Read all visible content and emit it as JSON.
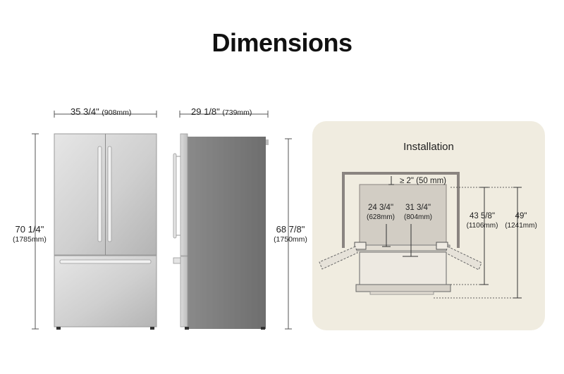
{
  "page": {
    "title": "Dimensions"
  },
  "front": {
    "width_in": "35 3/4\"",
    "width_mm": "(908mm)",
    "height_in": "70 1/4\"",
    "height_mm": "(1785mm)"
  },
  "side": {
    "depth_in": "29 1/8\"",
    "depth_mm": "(739mm)",
    "height_in": "68 7/8\"",
    "height_mm": "(1750mm)"
  },
  "installation": {
    "title": "Installation",
    "clearance": "≥ 2\" (50 mm)",
    "depth_a_in": "24 3/4\"",
    "depth_a_mm": "(628mm)",
    "depth_b_in": "31 3/4\"",
    "depth_b_mm": "(804mm)",
    "depth_c_in": "43 5/8\"",
    "depth_c_mm": "(1106mm)",
    "depth_d_in": "49\"",
    "depth_d_mm": "(1241mm)"
  },
  "colors": {
    "steel_light": "#e4e4e4",
    "steel_dark": "#a8a8a8",
    "side_body": "#7d7d7d",
    "panel_bg": "#f0ece0",
    "wall": "#8a8480"
  }
}
